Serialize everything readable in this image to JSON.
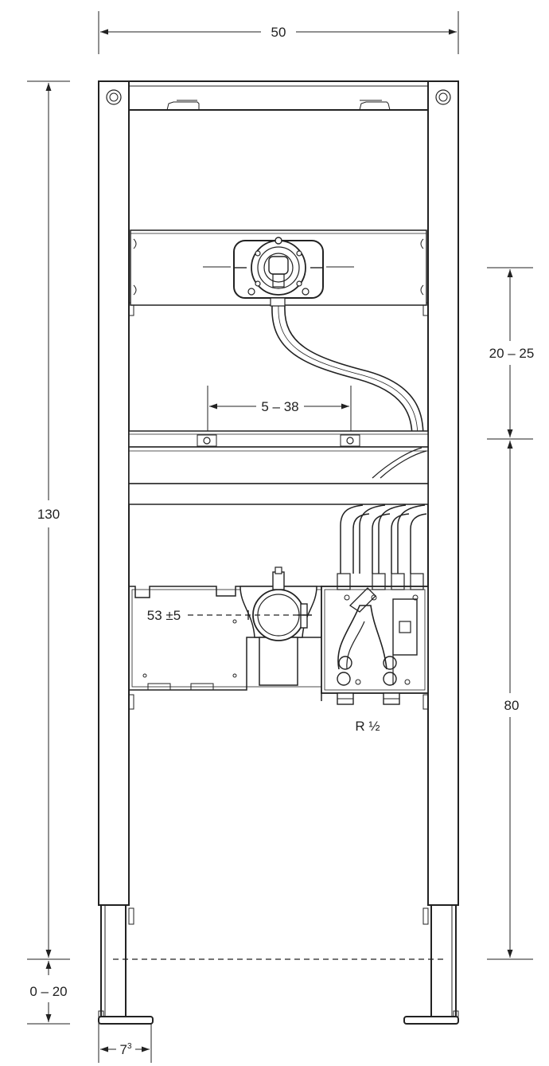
{
  "dimensions": {
    "total_width": "50",
    "total_height": "130",
    "outlet_height": "20 – 25",
    "support_spacing": "5 – 38",
    "connection_height": "80",
    "waste_height": "53 ±5",
    "foot_adjust": "0 – 20",
    "foot_width": "7",
    "foot_width_sup": "3"
  },
  "labels": {
    "thread_size": "R ½"
  },
  "colors": {
    "line": "#222222",
    "background": "#ffffff"
  }
}
